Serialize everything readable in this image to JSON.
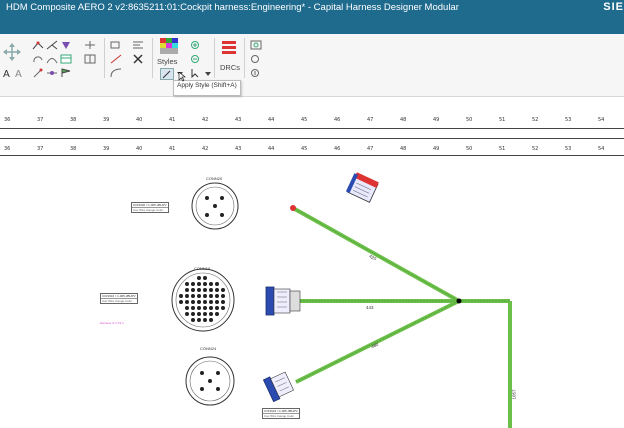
{
  "window": {
    "title": "HDM Composite AERO 2 v2:8635211:01:Cockpit harness:Engineering* - Capital Harness Designer Modular",
    "brand": "SIE"
  },
  "ribbon": {
    "styles_label": "Styles",
    "drcs_label": "DRCs",
    "tooltip": "Apply Style (Shift+A)"
  },
  "rulers": {
    "top_ticks": [
      "36",
      "37",
      "38",
      "39",
      "40",
      "41",
      "42",
      "43",
      "44",
      "45",
      "46",
      "47",
      "48",
      "49",
      "50",
      "51",
      "52",
      "53",
      "54"
    ],
    "bottom_ticks": [
      "36",
      "37",
      "38",
      "39",
      "40",
      "41",
      "42",
      "43",
      "44",
      "45",
      "46",
      "47",
      "48",
      "49",
      "50",
      "51",
      "52",
      "53",
      "54"
    ]
  },
  "connectors": [
    {
      "id": "CONN20",
      "title": "CONN20 / C-005-4BUPV",
      "sub": "Cav  Wire  Gauge  Color"
    },
    {
      "id": "CONN16",
      "title": "CONN16 / C-005-3BUPV",
      "sub": "Cav  Wire  Gauge  Color"
    },
    {
      "id": "CONN24",
      "title": "CONN24 / C-005-3BUPV",
      "sub": "Cav  Wire  Gauge  Color"
    }
  ],
  "wires": {
    "w1": "420",
    "w2": "443",
    "w3": "480",
    "w4": "1057"
  },
  "misc": {
    "pink_note": "Harness C-1 P1.1"
  },
  "colors": {
    "titlebar": "#1f6b8e",
    "bundle": "#6cc04a",
    "connector_blue": "#2b4bb0"
  }
}
